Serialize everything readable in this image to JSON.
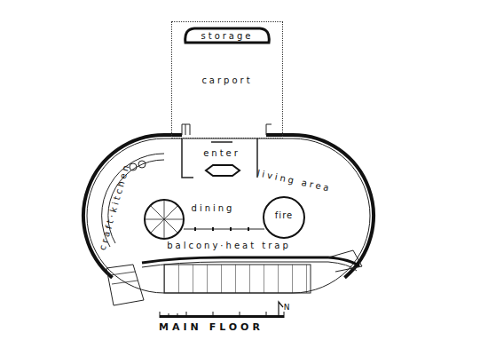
{
  "diagram": {
    "nodes": [
      {
        "text": [
          "carport"
        ]
      },
      {
        "text": [
          "storage"
        ],
        "in": 0
      },
      {
        "text": [
          "fire"
        ]
      }
    ],
    "labels": [
      "enter",
      "living area",
      "dining",
      "craft·kitchen",
      "balcony·heat trap",
      "MAIN FLOOR",
      "N"
    ]
  }
}
